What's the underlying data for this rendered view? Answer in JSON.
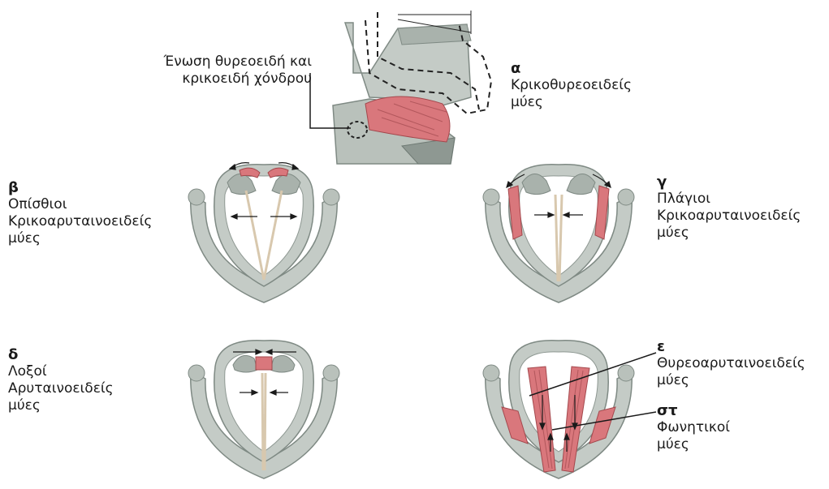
{
  "junction_label": [
    "Ένωση θυρεοειδή και",
    "κρικοειδή χόνδρου"
  ],
  "panels": {
    "a": {
      "letter": "α",
      "lines": [
        "Κρικοθυρεοειδείς",
        "μύες"
      ]
    },
    "b": {
      "letter": "β",
      "lines": [
        "Οπίσθιοι",
        "Κρικοαρυταινοειδείς",
        "μύες"
      ]
    },
    "g": {
      "letter": "γ",
      "lines": [
        "Πλάγιοι",
        "Κρικοαρυταινοειδείς",
        "μύες"
      ]
    },
    "d": {
      "letter": "δ",
      "lines": [
        "Λοξοί",
        "Αρυταινοειδείς",
        "μύες"
      ]
    },
    "e": {
      "letter": "ε",
      "lines": [
        "Θυρεοαρυταινοειδείς",
        "μύες"
      ]
    },
    "st": {
      "letter": "στ",
      "lines": [
        "Φωνητικοί",
        "μύες"
      ]
    }
  },
  "colors": {
    "cartilage": "#c4cbc6",
    "cartilage_dark": "#7f8a84",
    "muscle": "#d9777c",
    "ink": "#1a1a1a"
  }
}
